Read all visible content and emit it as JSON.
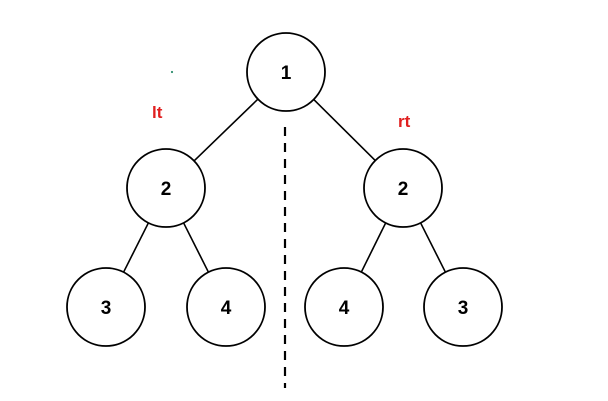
{
  "diagram": {
    "nodes": [
      {
        "id": "root",
        "label": "1"
      },
      {
        "id": "left-child",
        "label": "2"
      },
      {
        "id": "right-child",
        "label": "2"
      },
      {
        "id": "left-left-leaf",
        "label": "3"
      },
      {
        "id": "left-right-leaf",
        "label": "4"
      },
      {
        "id": "right-left-leaf",
        "label": "4"
      },
      {
        "id": "right-right-leaf",
        "label": "3"
      }
    ],
    "edges": [
      {
        "from": "root",
        "to": "left-child"
      },
      {
        "from": "root",
        "to": "right-child"
      },
      {
        "from": "left-child",
        "to": "left-left-leaf"
      },
      {
        "from": "left-child",
        "to": "left-right-leaf"
      },
      {
        "from": "right-child",
        "to": "right-left-leaf"
      },
      {
        "from": "right-child",
        "to": "right-right-leaf"
      }
    ],
    "annotations": {
      "left": "lt",
      "right": "rt"
    },
    "annotation_color": "#e02020",
    "divider_style": "dashed"
  }
}
